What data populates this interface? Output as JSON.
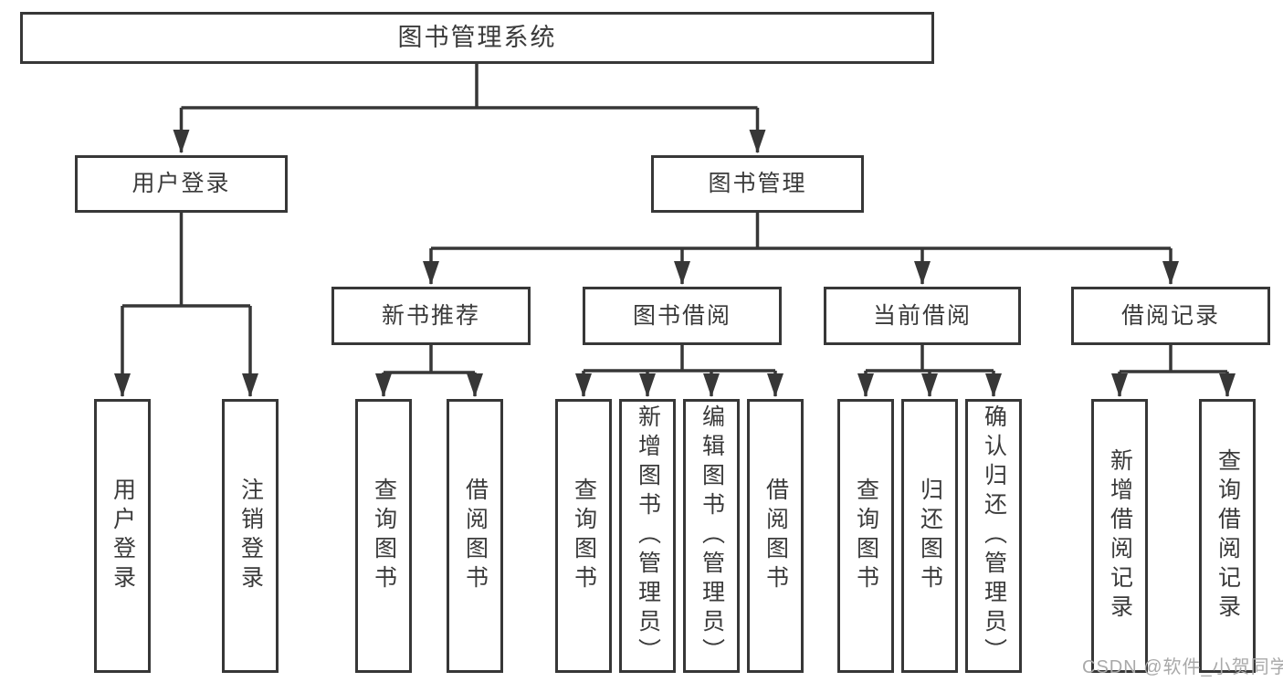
{
  "palette": {
    "line": "#373737",
    "text": "#3a3a3a",
    "background": "#ffffff",
    "watermark_color": "#a9a9a9"
  },
  "tree": {
    "root": "图书管理系统",
    "branches": [
      {
        "label": "用户登录",
        "children": [
          "用户登录",
          "注销登录"
        ]
      },
      {
        "label": "图书管理",
        "groups": [
          {
            "label": "新书推荐",
            "children": [
              "查询图书",
              "借阅图书"
            ]
          },
          {
            "label": "图书借阅",
            "children": [
              "查询图书",
              "新增图书（管理员）",
              "编辑图书（管理员）",
              "借阅图书"
            ]
          },
          {
            "label": "当前借阅",
            "children": [
              "查询图书",
              "归还图书",
              "确认归还（管理员）"
            ]
          },
          {
            "label": "借阅记录",
            "children": [
              "新增借阅记录",
              "查询借阅记录"
            ]
          }
        ]
      }
    ]
  },
  "watermark": {
    "text": "CSDN @软件_小贺同学"
  }
}
